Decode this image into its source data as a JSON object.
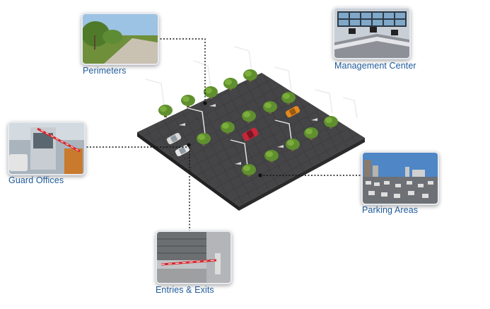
{
  "accent_color": "#1d5a9a",
  "connector_color": "#111111",
  "callouts": {
    "perimeters": {
      "label": "Perimeters",
      "image": "perimeter-road-photo"
    },
    "management_center": {
      "label": "Management Center",
      "image": "control-room-photo"
    },
    "guard_offices": {
      "label": "Guard Offices",
      "image": "guard-booth-photo"
    },
    "parking_areas": {
      "label": "Parking Areas",
      "image": "parking-lot-photo"
    },
    "entries_exits": {
      "label": "Entries & Exits",
      "image": "barrier-gate-photo"
    }
  },
  "scene": {
    "name": "isometric-parking-lot",
    "objects": [
      "trees",
      "lamp-posts",
      "cars",
      "road-arrows"
    ]
  }
}
